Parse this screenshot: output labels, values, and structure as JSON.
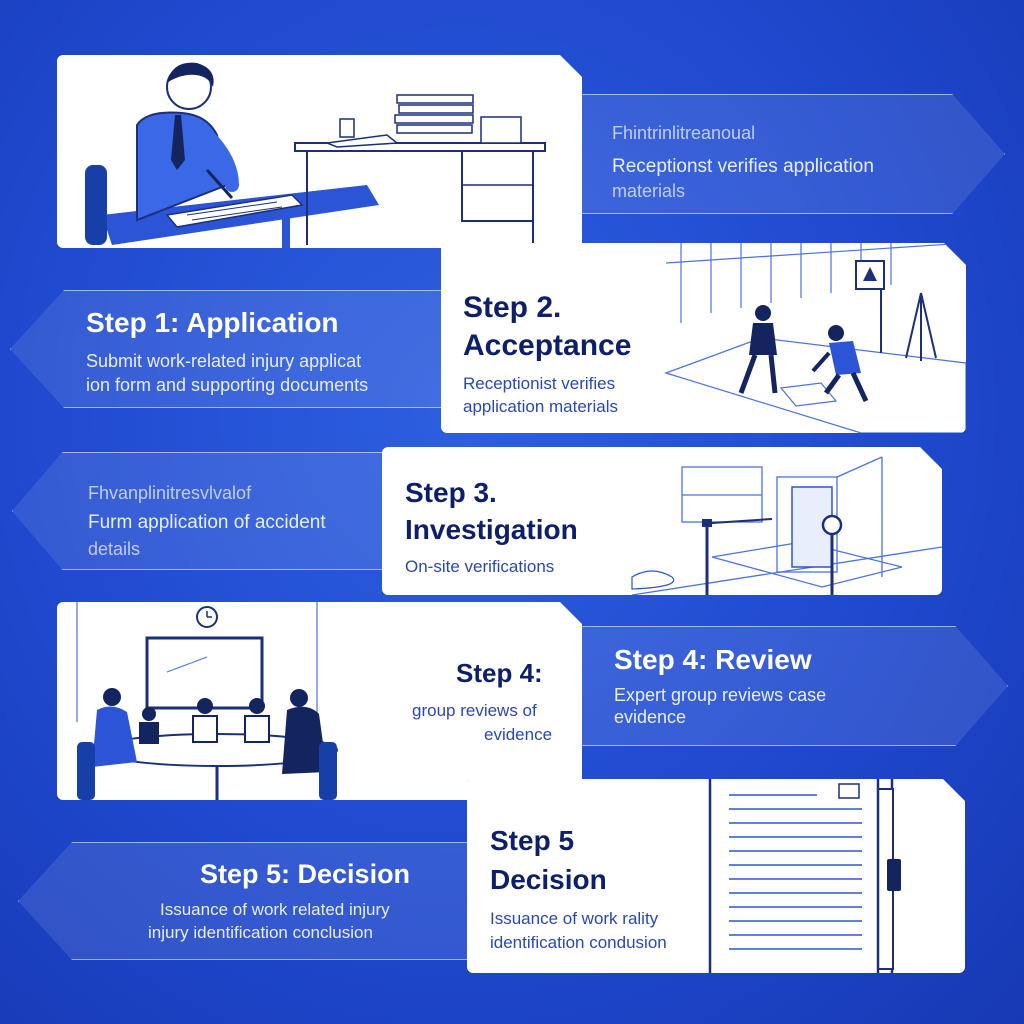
{
  "banners": [
    {
      "title": "",
      "lines": [
        "Fhintrinlitreanoual",
        "Receptionst verifies application",
        "materials"
      ]
    },
    {
      "title": "Step 1: Application",
      "lines": [
        "Submit work-related injury applicat",
        "ion form and supporting documents"
      ]
    },
    {
      "title": "",
      "lines": [
        "Fhvanplinitresvlvalof",
        "Furm application of accident",
        "details"
      ]
    },
    {
      "title": "Step 4: Review",
      "lines": [
        "Expert group reviews case",
        "evidence"
      ]
    },
    {
      "title": "Step 5: Decision",
      "lines": [
        "Issuance of work related injury",
        "injury identification conclusion"
      ]
    }
  ],
  "cards": [
    {
      "title": [
        "Step 2.",
        "Acceptance"
      ],
      "lines": [
        "Receptionist verifies",
        "application materials"
      ]
    },
    {
      "title": [
        "Step 3.",
        "Investigation"
      ],
      "lines": [
        "On-site verifications"
      ]
    },
    {
      "title": [
        "Step 4:"
      ],
      "lines": [
        "group reviews of",
        "evidence"
      ]
    },
    {
      "title": [
        "Step 5",
        "Decision"
      ],
      "lines": [
        "Issuance of work rality",
        "identification condusion"
      ]
    }
  ],
  "colors": {
    "background": "#1f49cf",
    "card": "#ffffff",
    "title": "#0d1f6b",
    "accent": "#2b55d6"
  },
  "icons": [
    "office-worker-writing-illustration",
    "site-inspection-illustration",
    "investigation-room-illustration",
    "meeting-room-illustration",
    "document-folder-illustration"
  ]
}
